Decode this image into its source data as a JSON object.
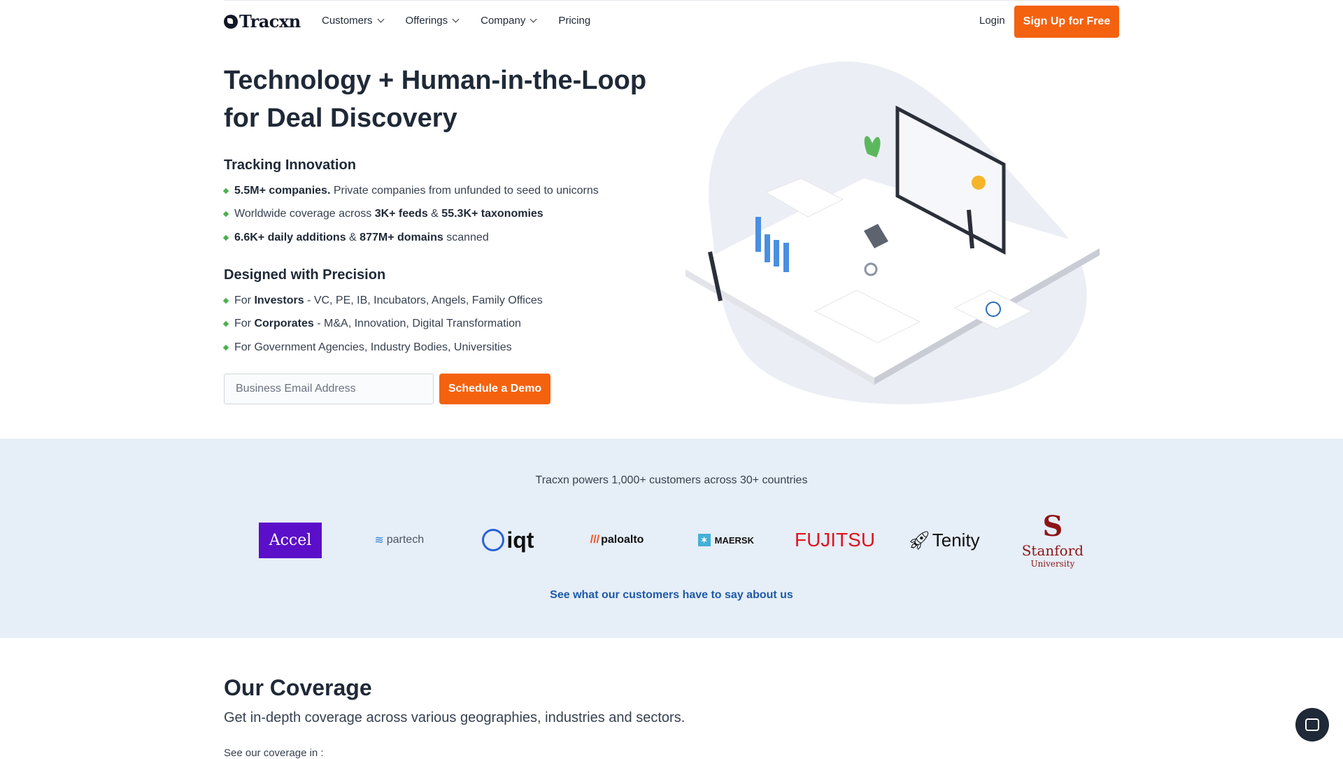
{
  "nav": {
    "logo": "Tracxn",
    "items": [
      "Customers",
      "Offerings",
      "Company",
      "Pricing"
    ],
    "login": "Login",
    "signup": "Sign Up for Free"
  },
  "hero": {
    "title": "Technology + Human-in-the-Loop for Deal Discovery",
    "section1": {
      "heading": "Tracking Innovation",
      "bullets": [
        {
          "b1": "5.5M+ companies.",
          "t1": " Private companies from unfunded to seed to unicorns"
        },
        {
          "t0": "Worldwide coverage across ",
          "b1": "3K+ feeds",
          "t1": " & ",
          "b2": "55.3K+ taxonomies"
        },
        {
          "b1": "6.6K+ daily additions",
          "t1": " & ",
          "b2": "877M+ domains",
          "t2": " scanned"
        }
      ]
    },
    "section2": {
      "heading": "Designed with Precision",
      "bullets": [
        {
          "t0": "For ",
          "b1": "Investors",
          "t1": " - VC, PE, IB, Incubators, Angels, Family Offices"
        },
        {
          "t0": "For ",
          "b1": "Corporates",
          "t1": " - M&A, Innovation, Digital Transformation"
        },
        {
          "t0": "For Government Agencies, Industry Bodies, Universities"
        }
      ]
    },
    "email_placeholder": "Business Email Address",
    "demo_button": "Schedule a Demo"
  },
  "customers": {
    "tagline": "Tracxn powers 1,000+ customers across 30+ countries",
    "logos": [
      "Accel",
      "partech",
      "iqt",
      "paloalto",
      "MAERSK",
      "FUJITSU",
      "Tenity",
      "Stanford",
      "University"
    ],
    "link": "See what our customers have to say about us"
  },
  "coverage": {
    "title": "Our Coverage",
    "subtitle": "Get in-depth coverage across various geographies, industries and sectors.",
    "see_in": "See our coverage in :"
  },
  "colors": {
    "accent": "#f5620f",
    "band": "#e6eef7",
    "link": "#1e5aa8"
  }
}
